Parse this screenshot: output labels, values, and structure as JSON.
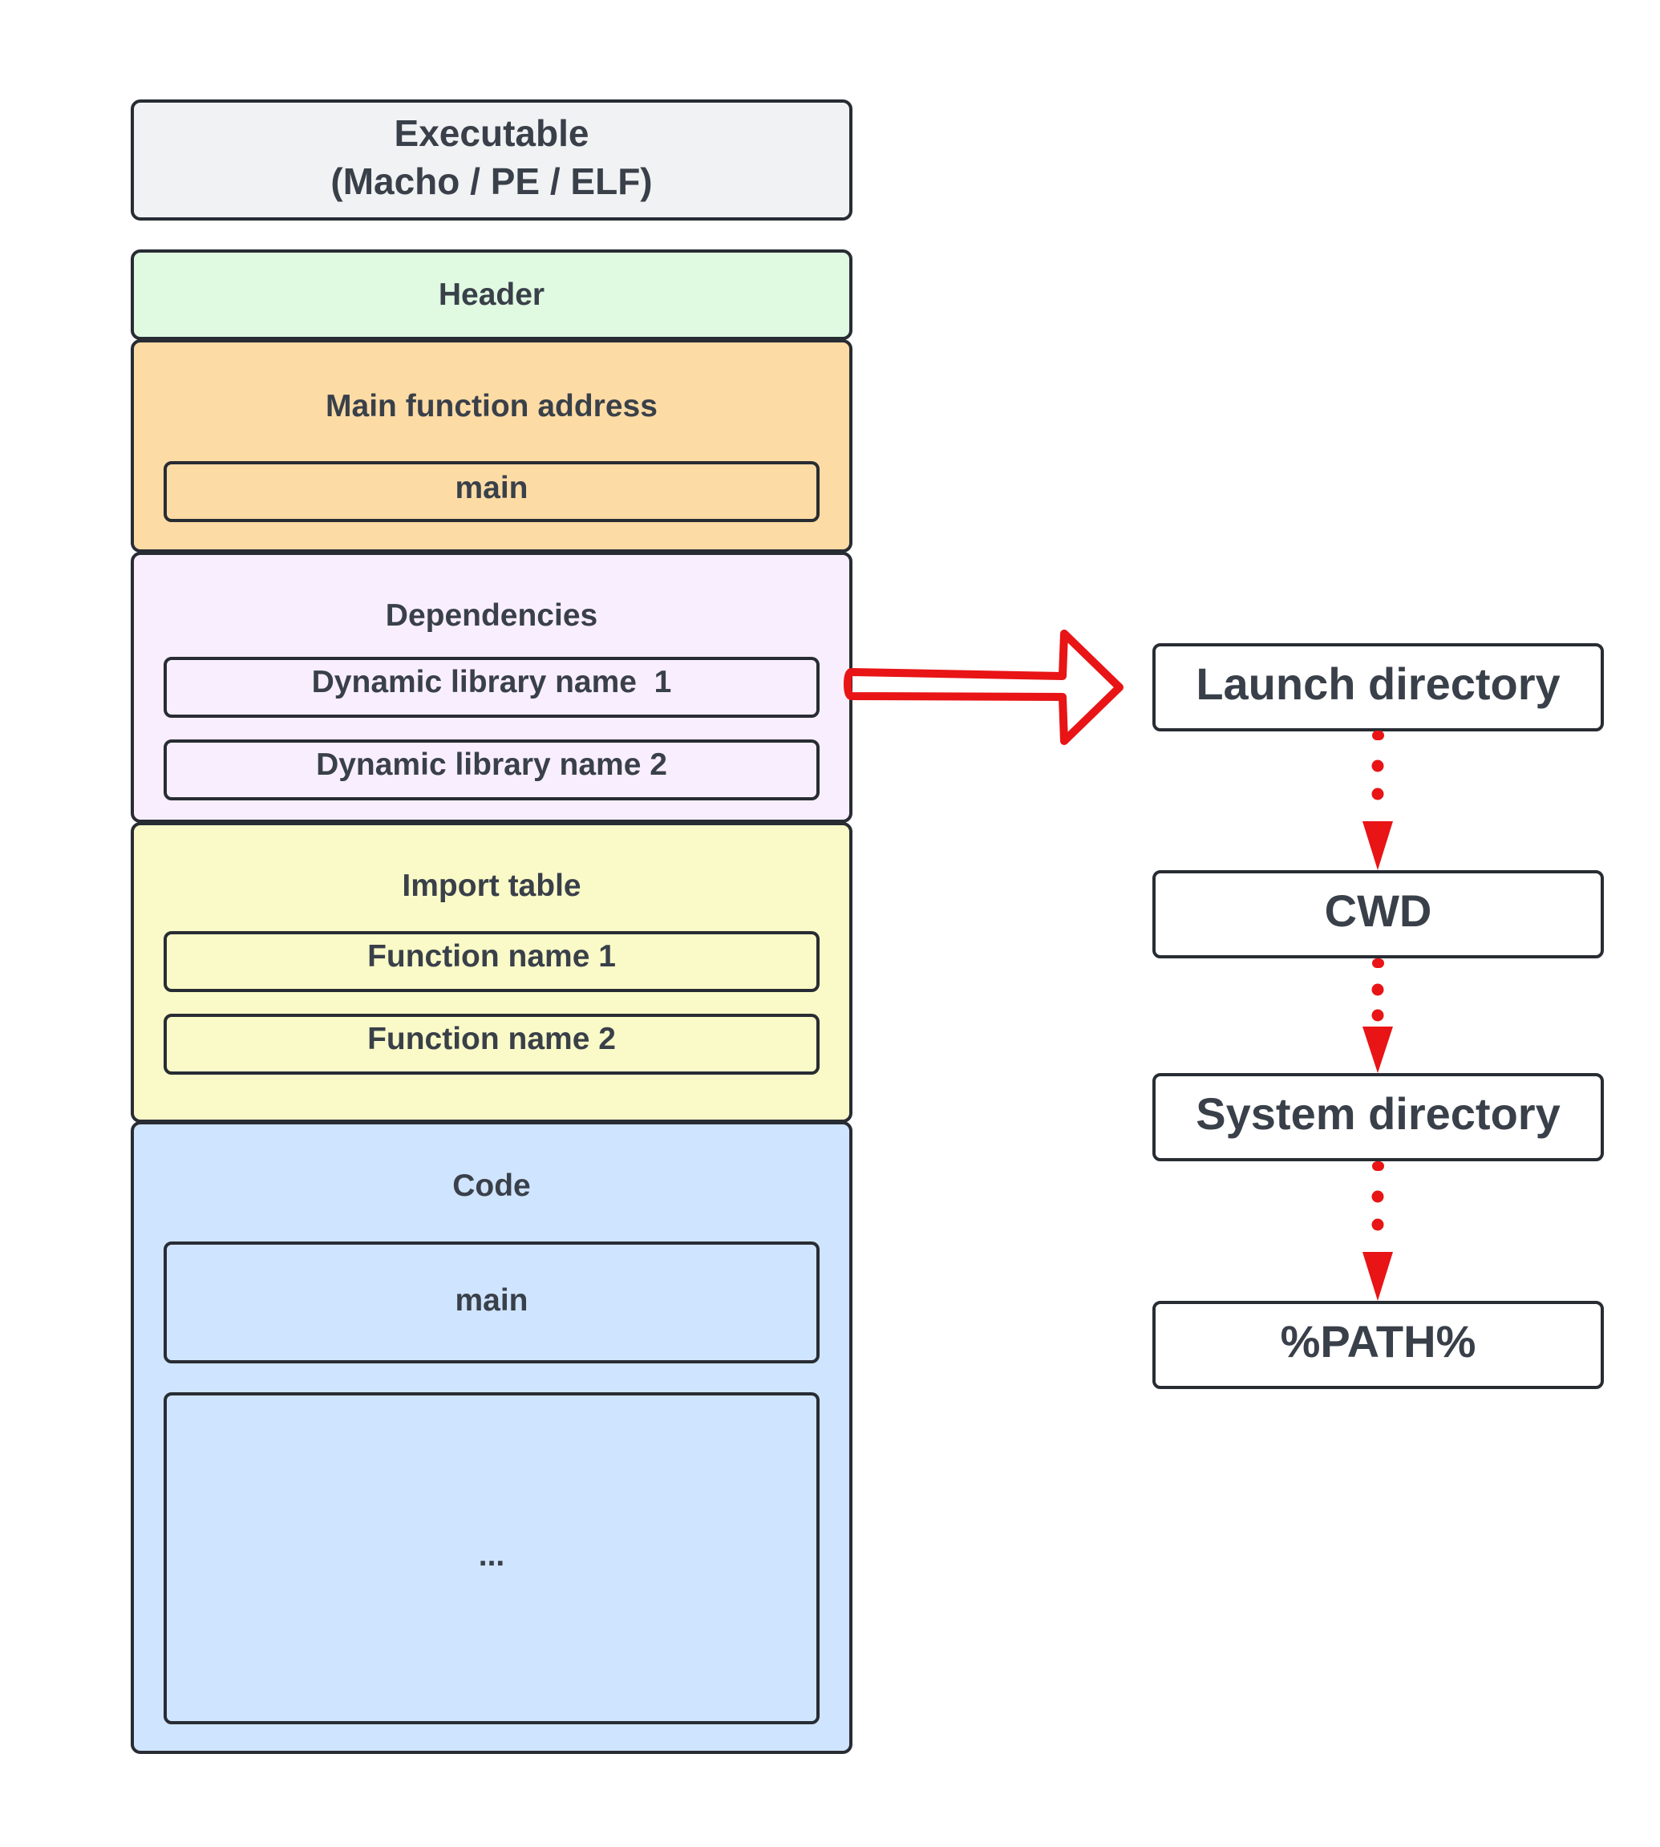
{
  "executable": {
    "title_line1": "Executable",
    "title_line2": "(Macho / PE / ELF)"
  },
  "sections": {
    "header": {
      "title": "Header",
      "color": "#e0fae2"
    },
    "main_function_address": {
      "title": "Main function address",
      "items": [
        "main"
      ],
      "color": "#fddba5"
    },
    "dependencies": {
      "title": "Dependencies",
      "items": [
        "Dynamic library name  1",
        "Dynamic library name 2"
      ],
      "color": "#f9eefe"
    },
    "import_table": {
      "title": "Import table",
      "items": [
        "Function name 1",
        "Function name 2"
      ],
      "color": "#fafac8"
    },
    "code": {
      "title": "Code",
      "items": [
        "main",
        "..."
      ],
      "color": "#cfe4fe"
    }
  },
  "search_order": {
    "steps": [
      "Launch directory",
      "CWD",
      "System directory",
      "%PATH%"
    ],
    "arrow_color": "#e81416",
    "connector_icon": "dotted-arrow-down",
    "pointer_icon": "block-arrow-right"
  }
}
